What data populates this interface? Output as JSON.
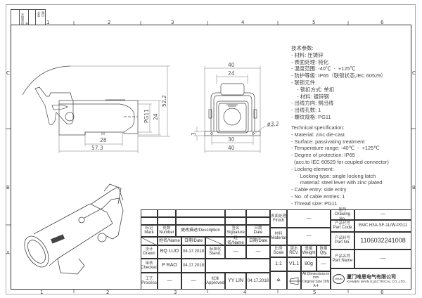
{
  "zones": {
    "top": [
      "1",
      "2",
      "3",
      "4",
      "5",
      "6"
    ],
    "side": [
      "C",
      "B",
      "A"
    ]
  },
  "corner_labels": [
    "旧底图总号",
    "签字",
    "日期"
  ],
  "specs_cn": {
    "title": "技术参数:",
    "lines": [
      "- 材料: 压铸锌",
      "- 表面处理: 钝化",
      "- 温度范围: -40℃  -  +125℃",
      "- 防护等级: IP65（联锁状态,IEC 60529）",
      "- 联锁元件:",
      "    - 锁扣方式: 单扣",
      "    - 材料: 镀锌钢",
      "- 出线方向: 侧出线",
      "- 出线孔数: 1",
      "- 螺纹规格: PG11"
    ]
  },
  "specs_en": {
    "title": "Technical specification:",
    "lines": [
      "- Material: zinc die-cast",
      "- Surface: passivating treatment",
      "- Temperature range: -40℃  -  +125℃",
      "- Degree of protection: IP65",
      "  (acc.to IEC 60529 for coupled connector)",
      "- Locking element:",
      "    · Locking type: single locking latch",
      "    · material: steel lever with zinc plated",
      "- Cable entry: side entry",
      "- No. of cable entries: 1",
      "- Thread size: PG11"
    ]
  },
  "dimensions": {
    "side": {
      "base": "28",
      "length": "57.3",
      "thread": "PG11",
      "height_body": "24",
      "height_total": "52.2"
    },
    "front": {
      "top_width": "40",
      "handle_width": "24",
      "hole_spacing": "30",
      "base_width": "40",
      "base_thickness": "3",
      "hole_dia": "ø3.2"
    }
  },
  "title_block": {
    "headers": {
      "mark_cn": "标记",
      "mark": "Mark",
      "number_cn": "处数",
      "number": "Number",
      "description": "更改描述/Description",
      "signature_cn": "签名",
      "signature": "Signature",
      "date_cn": "日期",
      "date": "Date",
      "name": "姓名/Name",
      "date2": "日期/Date"
    },
    "rows": [
      {
        "role_cn": "设计",
        "role": "Drawn",
        "name": "BQ  LUO",
        "date": "04.17.2018",
        "role2_cn": "标准化",
        "role2": "Stand.",
        "name2": "—",
        "date2": "—"
      },
      {
        "role_cn": "审核",
        "role": "Checked",
        "name": "P  RAO",
        "date": "04.17.2018"
      },
      {
        "role_cn": "工艺",
        "role": "Process",
        "name": "—",
        "date": "—",
        "role2_cn": "批准",
        "role2": "Approved",
        "name2": "YY  LIN",
        "date2": "04.17.2018"
      }
    ],
    "finish_cn": "表面处理",
    "finish": "Finish",
    "finish_value": "—",
    "material_cn": "材料",
    "material": "Material",
    "material_value": "—",
    "scale_cn": "比例",
    "scale": "Scale",
    "scale_value": "1:1",
    "rev_cn": "版本",
    "rev": "REV.",
    "rev_value": "V1.1",
    "weight_cn": "重量",
    "weight": "Weight",
    "weight_value": "80g",
    "qty_cn": "数量",
    "qty": "Qty.",
    "qty_value": "—",
    "units_note": "All Dimensions in mm\nOriginal Size DIN A 4",
    "drawing_no_cn": "图号",
    "drawing_no": "Drawing No.",
    "drawing_no_value": "—",
    "part_code_cn": "产品代号",
    "part_code": "Part Code",
    "part_code_value": "EMC.H3A-SF-1L/W-PG11",
    "part_no_cn": "产品料号",
    "part_no": "Part No.",
    "part_no_value": "1106032241008",
    "part_name_cn": "产品名称",
    "part_name": "Part Name",
    "part_name_value": "—",
    "company_cn": "厦门唯恩电气有限公司",
    "company": "XIAMEN WAIN ELECTRICAL CO.,LTD.",
    "logo_text": "WAIN"
  }
}
